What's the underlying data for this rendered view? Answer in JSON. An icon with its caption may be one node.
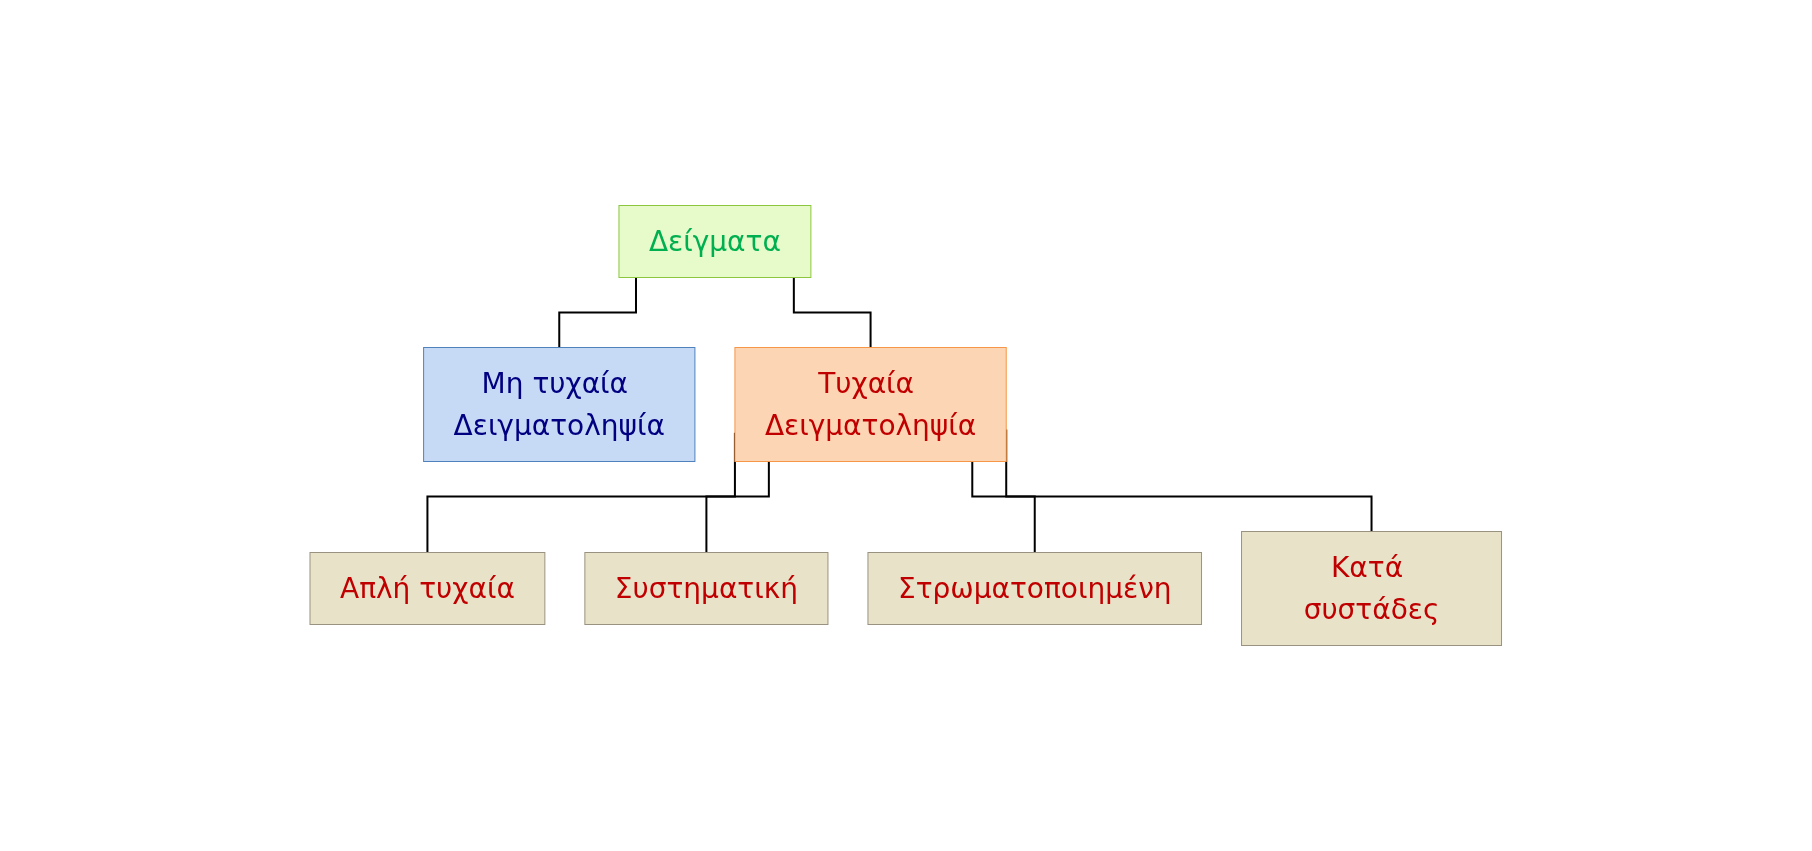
{
  "diagram": {
    "nodes": [
      {
        "text": [
          "Δείγματα"
        ]
      },
      {
        "text": [
          "Μη τυχαία Δειγματοληψία"
        ]
      },
      {
        "text": [
          "Τυχαία Δειγματοληψία"
        ]
      },
      {
        "text": [
          "Απλή τυχαία"
        ]
      },
      {
        "text": [
          "Συστηματική"
        ]
      },
      {
        "text": [
          "Στρωματοποιημένη"
        ]
      },
      {
        "text": [
          "Κατά συστάδες"
        ]
      }
    ],
    "edges": [
      {
        "from": 0,
        "to": 1,
        "arrow": "none"
      },
      {
        "from": 0,
        "to": 2,
        "arrow": "none"
      },
      {
        "from": 2,
        "to": 3,
        "arrow": "none"
      },
      {
        "from": 2,
        "to": 4,
        "arrow": "none"
      },
      {
        "from": 2,
        "to": 5,
        "arrow": "none"
      },
      {
        "from": 2,
        "to": 6,
        "arrow": "none"
      }
    ]
  }
}
